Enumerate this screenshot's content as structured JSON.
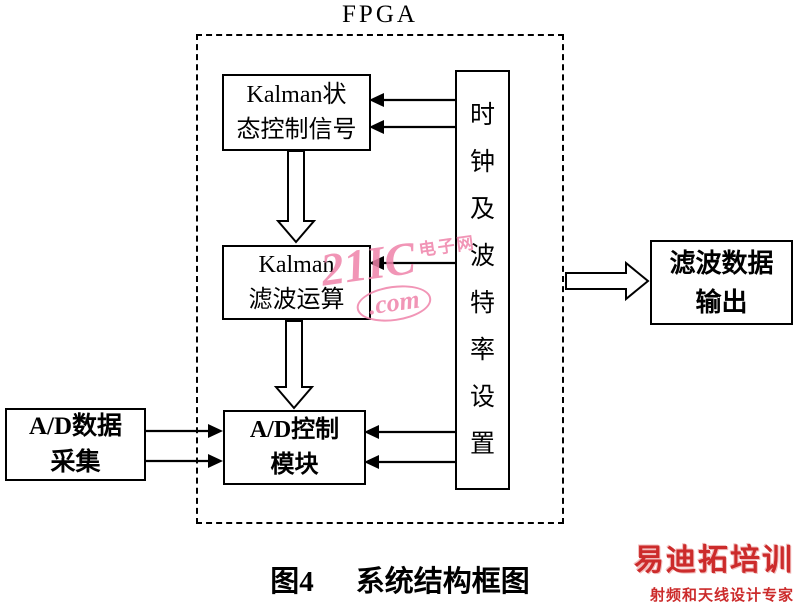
{
  "diagram": {
    "fpga_label": "FPGA",
    "caption": {
      "fig": "图4",
      "text": "系统结构框图"
    },
    "blocks": {
      "kalman_state": {
        "line1": "Kalman状",
        "line2": "态控制信号"
      },
      "kalman_filter": {
        "line1": "Kalman",
        "line2": "滤波运算"
      },
      "ad_control": {
        "line1": "A/D控制",
        "line2": "模块"
      },
      "clock_baud": {
        "label": "时钟及波特率设置"
      },
      "ad_acquire": {
        "line1": "A/D数据",
        "line2": "采集"
      },
      "filter_out": {
        "line1": "滤波数据",
        "line2": "输出"
      }
    },
    "watermarks": {
      "center": {
        "brand": "21IC",
        "cn": "电子网",
        "domain": ".com",
        "color": "#ee82a9"
      },
      "corner": {
        "title": "易迪拓培训",
        "subtitle": "射频和天线设计专家",
        "color": "#cc2b2b"
      }
    }
  }
}
